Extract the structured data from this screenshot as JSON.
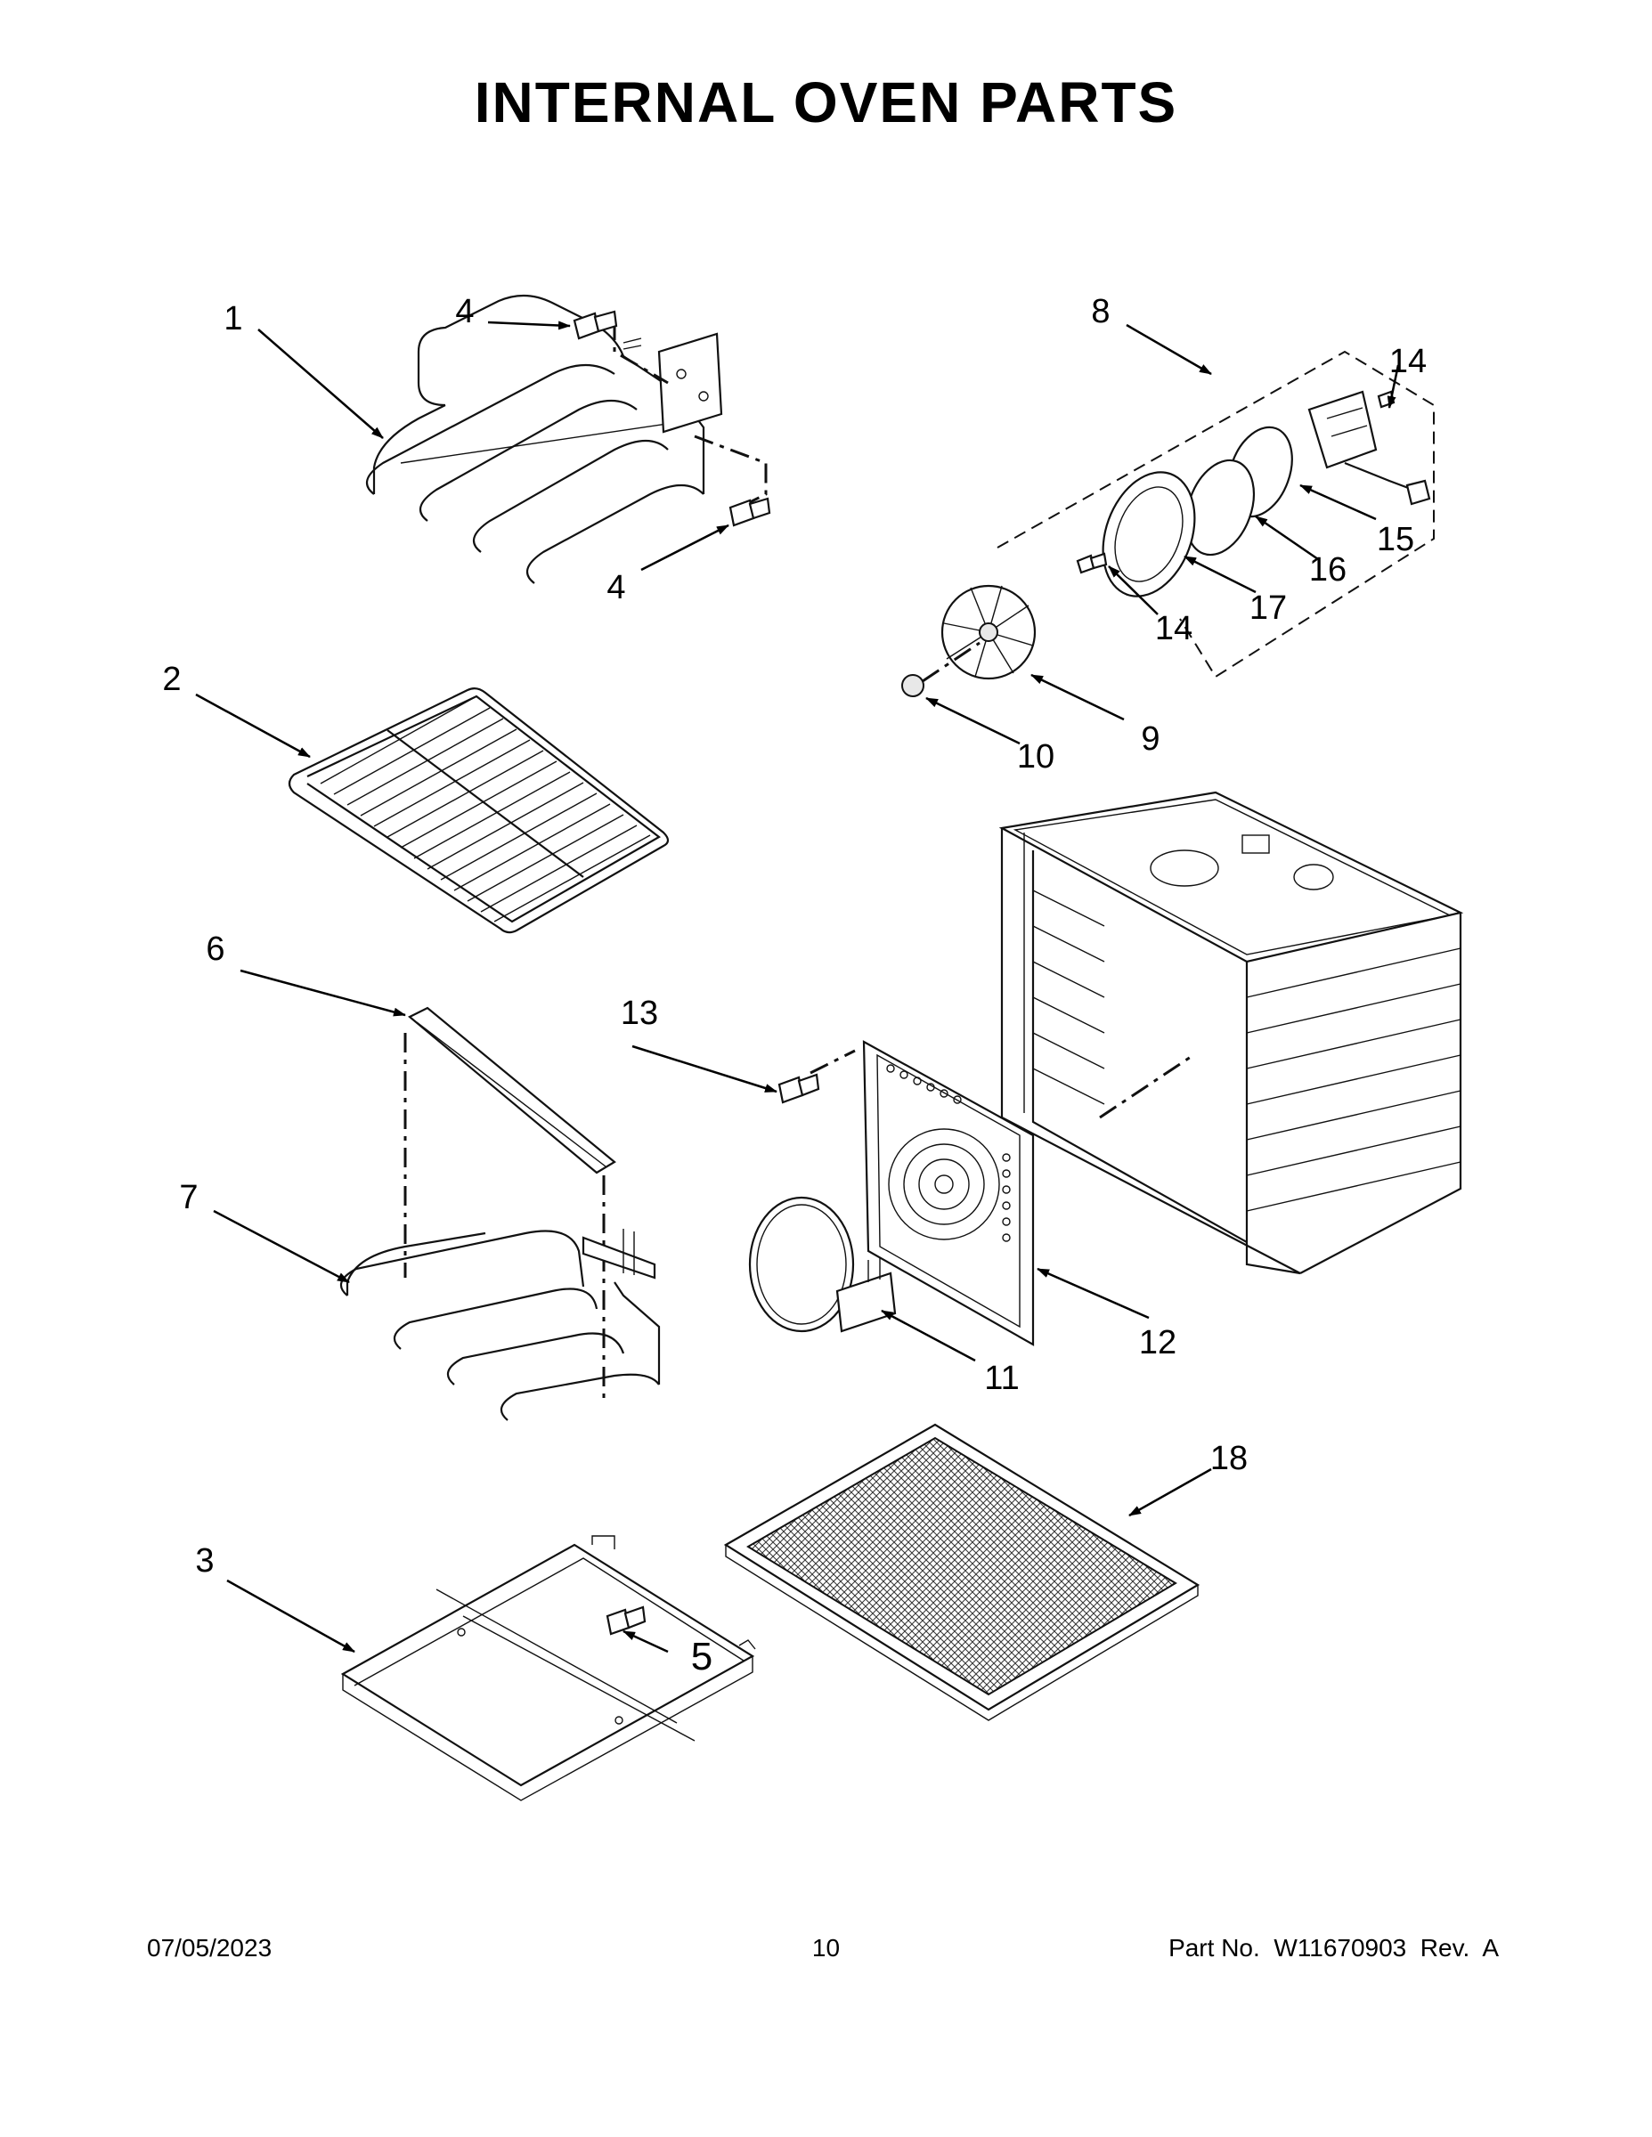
{
  "title": "INTERNAL OVEN PARTS",
  "footer": {
    "date": "07/05/2023",
    "page": "10",
    "part": "Part No.  W11670903  Rev.  A"
  },
  "callouts": {
    "c1": "1",
    "c2": "2",
    "c3": "3",
    "c4a": "4",
    "c4b": "4",
    "c5": "5",
    "c6": "6",
    "c7": "7",
    "c8": "8",
    "c9": "9",
    "c10": "10",
    "c11": "11",
    "c12": "12",
    "c13": "13",
    "c14a": "14",
    "c14b": "14",
    "c15": "15",
    "c16": "16",
    "c17": "17",
    "c18": "18"
  }
}
